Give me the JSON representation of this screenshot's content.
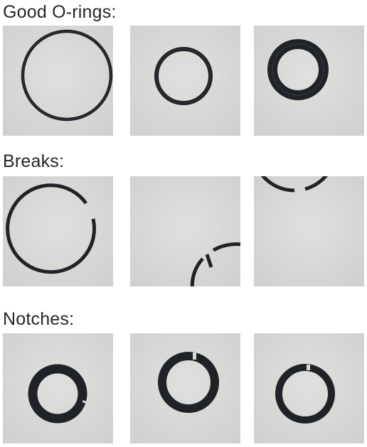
{
  "sections": [
    {
      "heading": "Good O-rings:",
      "photos": [
        {
          "subject": "o-ring",
          "condition": "good"
        },
        {
          "subject": "o-ring",
          "condition": "good"
        },
        {
          "subject": "o-ring",
          "condition": "good"
        }
      ]
    },
    {
      "heading": "Breaks:",
      "photos": [
        {
          "subject": "o-ring",
          "condition": "break"
        },
        {
          "subject": "o-ring",
          "condition": "break"
        },
        {
          "subject": "o-ring",
          "condition": "break"
        }
      ]
    },
    {
      "heading": "Notches:",
      "photos": [
        {
          "subject": "o-ring",
          "condition": "notch"
        },
        {
          "subject": "o-ring",
          "condition": "notch"
        },
        {
          "subject": "o-ring",
          "condition": "notch"
        }
      ]
    }
  ],
  "colors": {
    "ring": "#1f2327",
    "ring_highlight": "#3a4046",
    "background_gray": "#d8d8d6",
    "text": "#262626"
  }
}
